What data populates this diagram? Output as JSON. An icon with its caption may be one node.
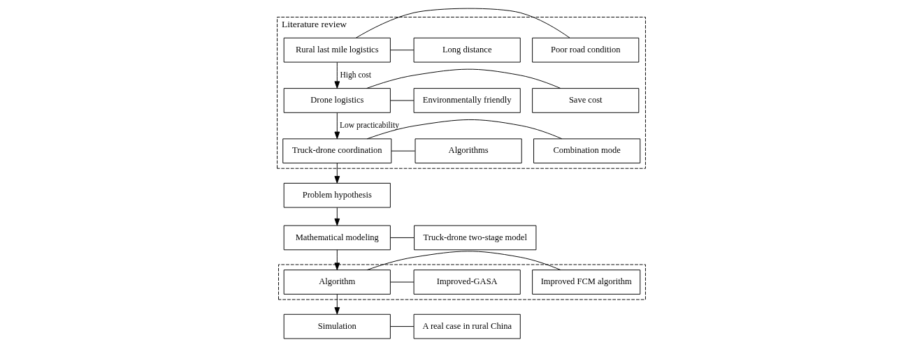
{
  "diagram": {
    "nodes": [
      {
        "text": [
          "Literature review"
        ]
      },
      {
        "text": [
          "Rural last mile logistics"
        ],
        "in": 0
      },
      {
        "text": [
          "Poor road condition"
        ],
        "in": 0
      },
      {
        "text": [
          "Long distance"
        ],
        "in": 0
      },
      {
        "text": [
          "Drone logistics"
        ],
        "in": 0
      },
      {
        "text": [
          "Save cost"
        ],
        "in": 0
      },
      {
        "text": [
          "Environmentally friendly"
        ],
        "in": 0
      },
      {
        "text": [
          "Truck-drone coordination"
        ],
        "in": 0
      },
      {
        "text": [
          "Combination mode"
        ],
        "in": 0
      },
      {
        "text": [
          "Algorithms"
        ],
        "in": 0
      },
      {
        "text": [
          "Problem hypothesis"
        ]
      },
      {
        "text": [
          "Mathematical modeling"
        ]
      },
      {
        "text": [
          "Truck-drone two-stage model"
        ]
      },
      {
        "text": [],
        "shape": "box"
      },
      {
        "text": [
          "Algorithm"
        ],
        "in": 13
      },
      {
        "text": [
          "Improved FCM algorithm"
        ],
        "in": 13
      },
      {
        "text": [
          "Improved-GASA"
        ],
        "in": 13
      },
      {
        "text": [
          "Simulation"
        ]
      },
      {
        "text": [
          "A real case in rural China"
        ]
      }
    ],
    "edges": [
      {
        "from": 1,
        "to": 2,
        "arrow": "none"
      },
      {
        "from": 1,
        "to": 3,
        "arrow": "none"
      },
      {
        "from": 1,
        "to": 4,
        "arrow": "to",
        "label": "High cost"
      },
      {
        "from": 4,
        "to": 5,
        "arrow": "none"
      },
      {
        "from": 4,
        "to": 6,
        "arrow": "none"
      },
      {
        "from": 4,
        "to": 7,
        "arrow": "to",
        "label": "Low practicability"
      },
      {
        "from": 7,
        "to": 8,
        "arrow": "none"
      },
      {
        "from": 7,
        "to": 9,
        "arrow": "none"
      },
      {
        "from": 7,
        "to": 10,
        "arrow": "to"
      },
      {
        "from": 10,
        "to": 11,
        "arrow": "to"
      },
      {
        "from": 11,
        "to": 12,
        "arrow": "none"
      },
      {
        "from": 11,
        "to": 14,
        "arrow": "to"
      },
      {
        "from": 14,
        "to": 15,
        "arrow": "none"
      },
      {
        "from": 14,
        "to": 16,
        "arrow": "none"
      },
      {
        "from": 14,
        "to": 17,
        "arrow": "to"
      },
      {
        "from": 17,
        "to": 18,
        "arrow": "none"
      }
    ]
  }
}
